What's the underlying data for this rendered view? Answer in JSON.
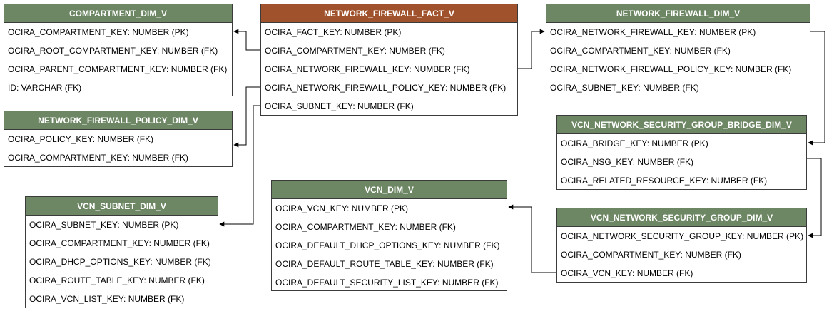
{
  "entities": {
    "compartment_dim": {
      "title": "COMPARTMENT_DIM_V",
      "fields": [
        "OCIRA_COMPARTMENT_KEY: NUMBER (PK)",
        "OCIRA_ROOT_COMPARTMENT_KEY: NUMBER (FK)",
        "OCIRA_PARENT_COMPARTMENT_KEY: NUMBER (FK)",
        "ID: VARCHAR (FK)"
      ]
    },
    "network_firewall_policy_dim": {
      "title": "NETWORK_FIREWALL_POLICY_DIM_V",
      "fields": [
        "OCIRA_POLICY_KEY: NUMBER (FK)",
        "OCIRA_COMPARTMENT_KEY: NUMBER (FK)"
      ]
    },
    "vcn_subnet_dim": {
      "title": "VCN_SUBNET_DIM_V",
      "fields": [
        "OCIRA_SUBNET_KEY: NUMBER (PK)",
        "OCIRA_COMPARTMENT_KEY: NUMBER (FK)",
        "OCIRA_DHCP_OPTIONS_KEY: NUMBER (FK)",
        "OCIRA_ROUTE_TABLE_KEY: NUMBER (FK)",
        "OCIRA_VCN_LIST_KEY: NUMBER (FK)"
      ]
    },
    "network_firewall_fact": {
      "title": "NETWORK_FIREWALL_FACT_V",
      "fields": [
        "OCIRA_FACT_KEY: NUMBER (PK)",
        "OCIRA_COMPARTMENT_KEY: NUMBER (FK)",
        "OCIRA_NETWORK_FIREWALL_KEY: NUMBER (FK)",
        "OCIRA_NETWORK_FIREWALL_POLICY_KEY: NUMBER (FK)",
        "OCIRA_SUBNET_KEY: NUMBER (FK)"
      ]
    },
    "vcn_dim": {
      "title": "VCN_DIM_V",
      "fields": [
        "OCIRA_VCN_KEY: NUMBER (PK)",
        "OCIRA_COMPARTMENT_KEY: NUMBER (FK)",
        "OCIRA_DEFAULT_DHCP_OPTIONS_KEY: NUMBER (FK)",
        "OCIRA_DEFAULT_ROUTE_TABLE_KEY: NUMBER (FK)",
        "OCIRA_DEFAULT_SECURITY_LIST_KEY: NUMBER (FK)"
      ]
    },
    "network_firewall_dim": {
      "title": "NETWORK_FIREWALL_DIM_V",
      "fields": [
        "OCIRA_NETWORK_FIREWALL_KEY: NUMBER (PK)",
        "OCIRA_COMPARTMENT_KEY: NUMBER (FK)",
        "OCIRA_NETWORK_FIREWALL_POLICY_KEY: NUMBER (FK)",
        "OCIRA_SUBNET_KEY: NUMBER (FK)"
      ]
    },
    "vcn_nsg_bridge_dim": {
      "title": "VCN_NETWORK_SECURITY_GROUP_BRIDGE_DIM_V",
      "fields": [
        "OCIRA_BRIDGE_KEY: NUMBER (PK)",
        "OCIRA_NSG_KEY: NUMBER (FK)",
        "OCIRA_RELATED_RESOURCE_KEY: NUMBER (FK)"
      ]
    },
    "vcn_nsg_dim": {
      "title": "VCN_NETWORK_SECURITY_GROUP_DIM_V",
      "fields": [
        "OCIRA_NETWORK_SECURITY_GROUP_KEY: NUMBER (PK)",
        "OCIRA_COMPARTMENT_KEY: NUMBER (FK)",
        "OCIRA_VCN_KEY: NUMBER (FK)"
      ]
    }
  },
  "colors": {
    "dimension_header": "#6d8764",
    "fact_header": "#a0522d",
    "border": "#3b3b3b",
    "connector": "#000000"
  }
}
